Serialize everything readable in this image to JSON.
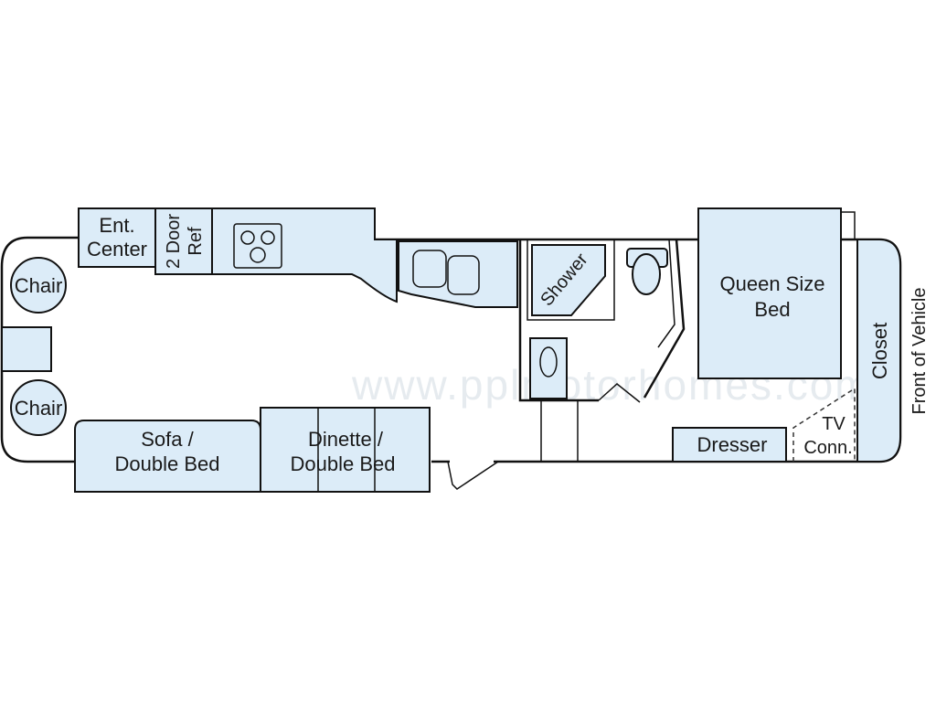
{
  "watermark": "www.pplmotorhomes.com",
  "orientation_label": "Front of Vehicle",
  "rooms": {
    "ent_center": [
      "Ent.",
      "Center"
    ],
    "ref": [
      "2 Door",
      "Ref"
    ],
    "chair_top": "Chair",
    "chair_bottom": "Chair",
    "sofa": [
      "Sofa /",
      "Double Bed"
    ],
    "dinette": [
      "Dinette /",
      "Double Bed"
    ],
    "shower": "Shower",
    "queen_bed": [
      "Queen Size",
      "Bed"
    ],
    "closet": "Closet",
    "dresser": "Dresser",
    "tv": [
      "TV",
      "Conn."
    ]
  },
  "colors": {
    "fixture_fill": "#dcecf8",
    "outline": "#111111",
    "watermark": "#e6ebef"
  }
}
